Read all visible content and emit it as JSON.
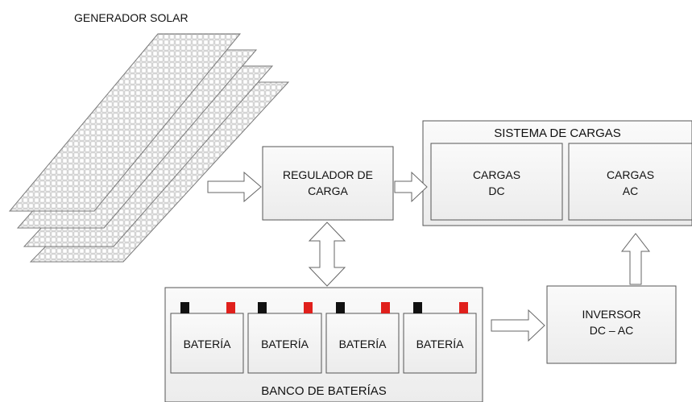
{
  "generator": {
    "title": "GENERADOR SOLAR"
  },
  "regulator": {
    "line1": "REGULADOR DE",
    "line2": "CARGA"
  },
  "loads": {
    "title": "SISTEMA DE CARGAS",
    "dc": {
      "line1": "CARGAS",
      "line2": "DC"
    },
    "ac": {
      "line1": "CARGAS",
      "line2": "AC"
    }
  },
  "inverter": {
    "line1": "INVERSOR",
    "line2": "DC – AC"
  },
  "battery_bank": {
    "title": "BANCO DE BATERÍAS",
    "batteries": [
      "BATERÍA",
      "BATERÍA",
      "BATERÍA",
      "BATERÍA"
    ],
    "terminal_colors": {
      "negative": "#111111",
      "positive": "#e0201c"
    }
  },
  "colors": {
    "box_fill": "#f3f3f3",
    "box_stroke": "#555555",
    "panel_stroke": "#7a7a7a"
  }
}
